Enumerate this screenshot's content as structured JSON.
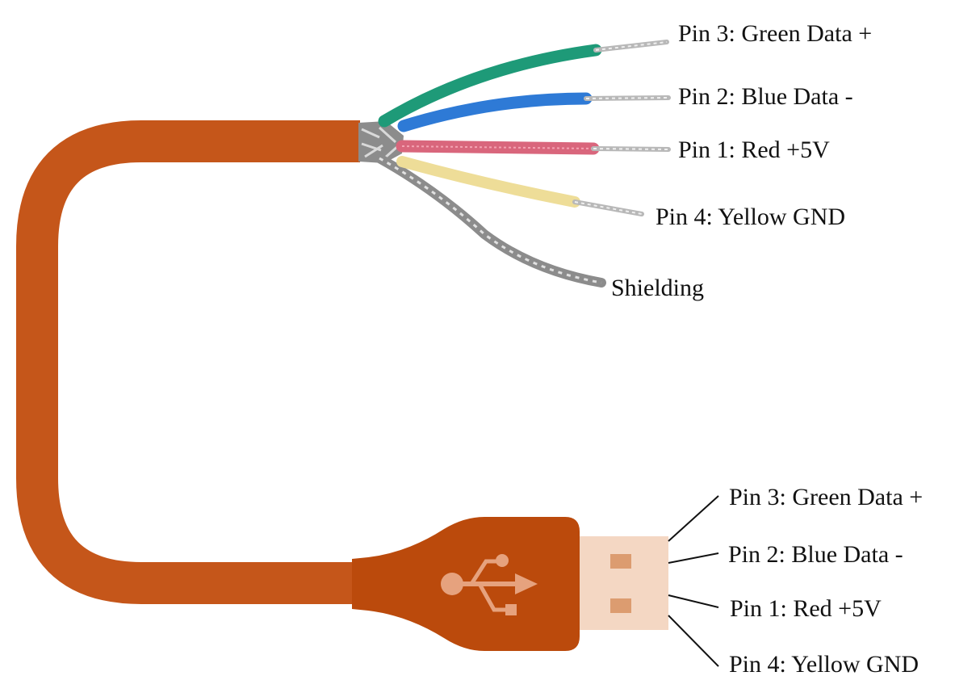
{
  "colors": {
    "cable_orange": "#c5561a",
    "plug_orange": "#bb4a0c",
    "connector_beige": "#f4d7c3",
    "contact_pad": "#dc9c70",
    "usb_symbol": "#e6a27e",
    "wire_green": "#1e9a78",
    "wire_blue": "#2e7ad6",
    "wire_red": "#d9667c",
    "wire_yellow": "#eedd98",
    "shield_silver": "#8c8c8c",
    "leader_line": "#111111"
  },
  "icons": {
    "usb_symbol": "usb-trident-icon"
  },
  "wire_labels": {
    "pin3": "Pin 3: Green Data +",
    "pin2": "Pin 2: Blue Data -",
    "pin1": "Pin 1: Red +5V",
    "pin4": "Pin 4: Yellow GND",
    "shielding": "Shielding"
  },
  "plug_labels": {
    "pin3": "Pin 3: Green Data +",
    "pin2": "Pin 2: Blue Data -",
    "pin1": "Pin 1: Red +5V",
    "pin4": "Pin 4: Yellow GND"
  }
}
